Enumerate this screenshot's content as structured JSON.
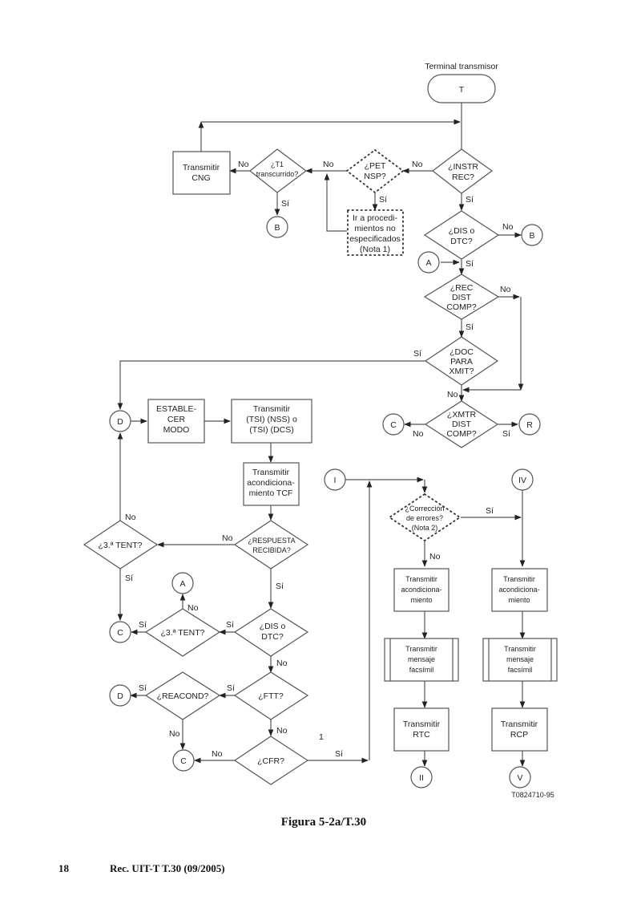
{
  "figure": {
    "header": "Terminal transmisor",
    "reference_code": "T0824710-95",
    "caption": "Figura 5-2a/T.30",
    "annotation_1": "1"
  },
  "footer": {
    "page_number": "18",
    "doc_ref": "Rec. UIT-T T.30 (09/2005)"
  },
  "labels": {
    "yes": "Sí",
    "no": "No"
  },
  "terminals": {
    "start": "T"
  },
  "connectors": {
    "B1": "B",
    "B2": "B",
    "A1": "A",
    "A2": "A",
    "C1": "C",
    "C2": "C",
    "C3": "C",
    "C4": "C",
    "D1": "D",
    "D2": "D",
    "R": "R",
    "I": "I",
    "II": "II",
    "IV": "IV",
    "V": "V"
  },
  "processes": {
    "cng": [
      "Transmitir",
      "CNG"
    ],
    "nsp": [
      "Ir a procedi-",
      "mientos no",
      "especificados",
      "(Nota 1)"
    ],
    "modo": [
      "ESTABLE-",
      "CER",
      "MODO"
    ],
    "tsi": [
      "Transmitir",
      "(TSI) (NSS) o",
      "(TSI) (DCS)"
    ],
    "tcf": [
      "Transmitir",
      "acondiciona-",
      "miento TCF"
    ],
    "acond_l": [
      "Transmitir",
      "acondiciona-",
      "miento"
    ],
    "acond_r": [
      "Transmitir",
      "acondiciona-",
      "miento"
    ],
    "fax_l": [
      "Transmitir",
      "mensaje",
      "facsímil"
    ],
    "fax_r": [
      "Transmitir",
      "mensaje",
      "facsímil"
    ],
    "rtc": [
      "Transmitir",
      "RTC"
    ],
    "rcp": [
      "Transmitir",
      "RCP"
    ]
  },
  "decisions": {
    "instr": [
      "¿INSTR",
      "REC?"
    ],
    "pet": [
      "¿PET",
      "NSP?"
    ],
    "t1": [
      "¿T1",
      "transcurrido?"
    ],
    "dis1": [
      "¿DIS o",
      "DTC?"
    ],
    "rec": [
      "¿REC",
      "DIST",
      "COMP?"
    ],
    "doc": [
      "¿DOC",
      "PARA",
      "XMIT?"
    ],
    "xmtr": [
      "¿XMTR",
      "DIST",
      "COMP?"
    ],
    "resp": [
      "¿RESPUESTA",
      "RECIBIDA?"
    ],
    "tent1": [
      "¿3.ª TENT?"
    ],
    "dis2": [
      "¿DIS o",
      "DTC?"
    ],
    "tent2": [
      "¿3.ª TENT?"
    ],
    "ftt": [
      "¿FTT?"
    ],
    "reacond": [
      "¿REACOND?"
    ],
    "cfr": [
      "¿CFR?"
    ],
    "ecm": [
      "¿Corrección",
      "de errores?",
      "(Nota 2)"
    ]
  }
}
